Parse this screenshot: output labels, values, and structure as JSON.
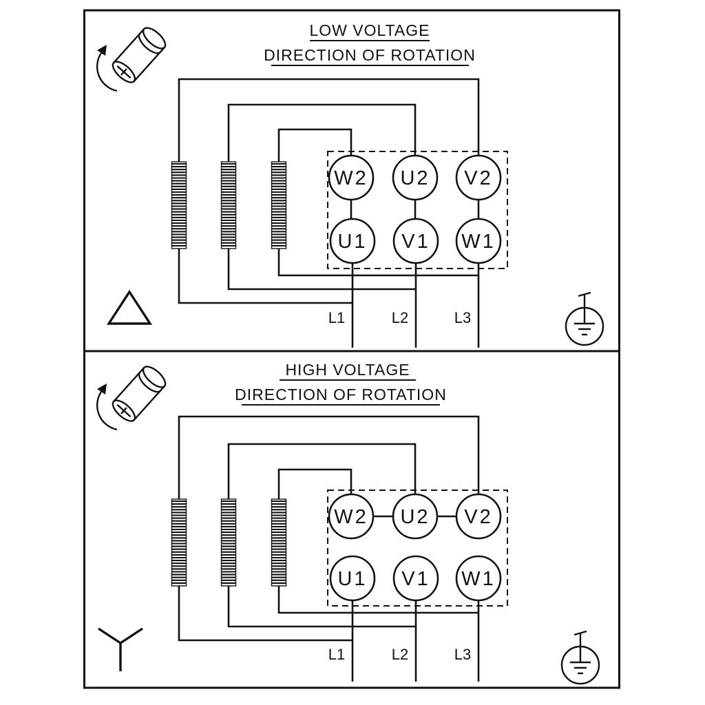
{
  "colors": {
    "ink": "#111111",
    "background": "#ffffff"
  },
  "panels": {
    "low": {
      "title": "LOW VOLTAGE",
      "subtitle": "DIRECTION OF ROTATION",
      "connection_symbol": "delta",
      "terminals_top": [
        "W2",
        "U2",
        "V2"
      ],
      "terminals_bottom": [
        "U1",
        "V1",
        "W1"
      ],
      "supply_lines": [
        "L1",
        "L2",
        "L3"
      ]
    },
    "high": {
      "title": "HIGH VOLTAGE",
      "subtitle": "DIRECTION OF ROTATION",
      "connection_symbol": "star",
      "terminals_top": [
        "W2",
        "U2",
        "V2"
      ],
      "terminals_bottom": [
        "U1",
        "V1",
        "W1"
      ],
      "supply_lines": [
        "L1",
        "L2",
        "L3"
      ]
    }
  },
  "icons": {
    "rotation": "shaft-rotation-direction-icon",
    "ground": "earth-ground-icon",
    "delta": "delta-connection-symbol",
    "star": "star-connection-symbol"
  }
}
